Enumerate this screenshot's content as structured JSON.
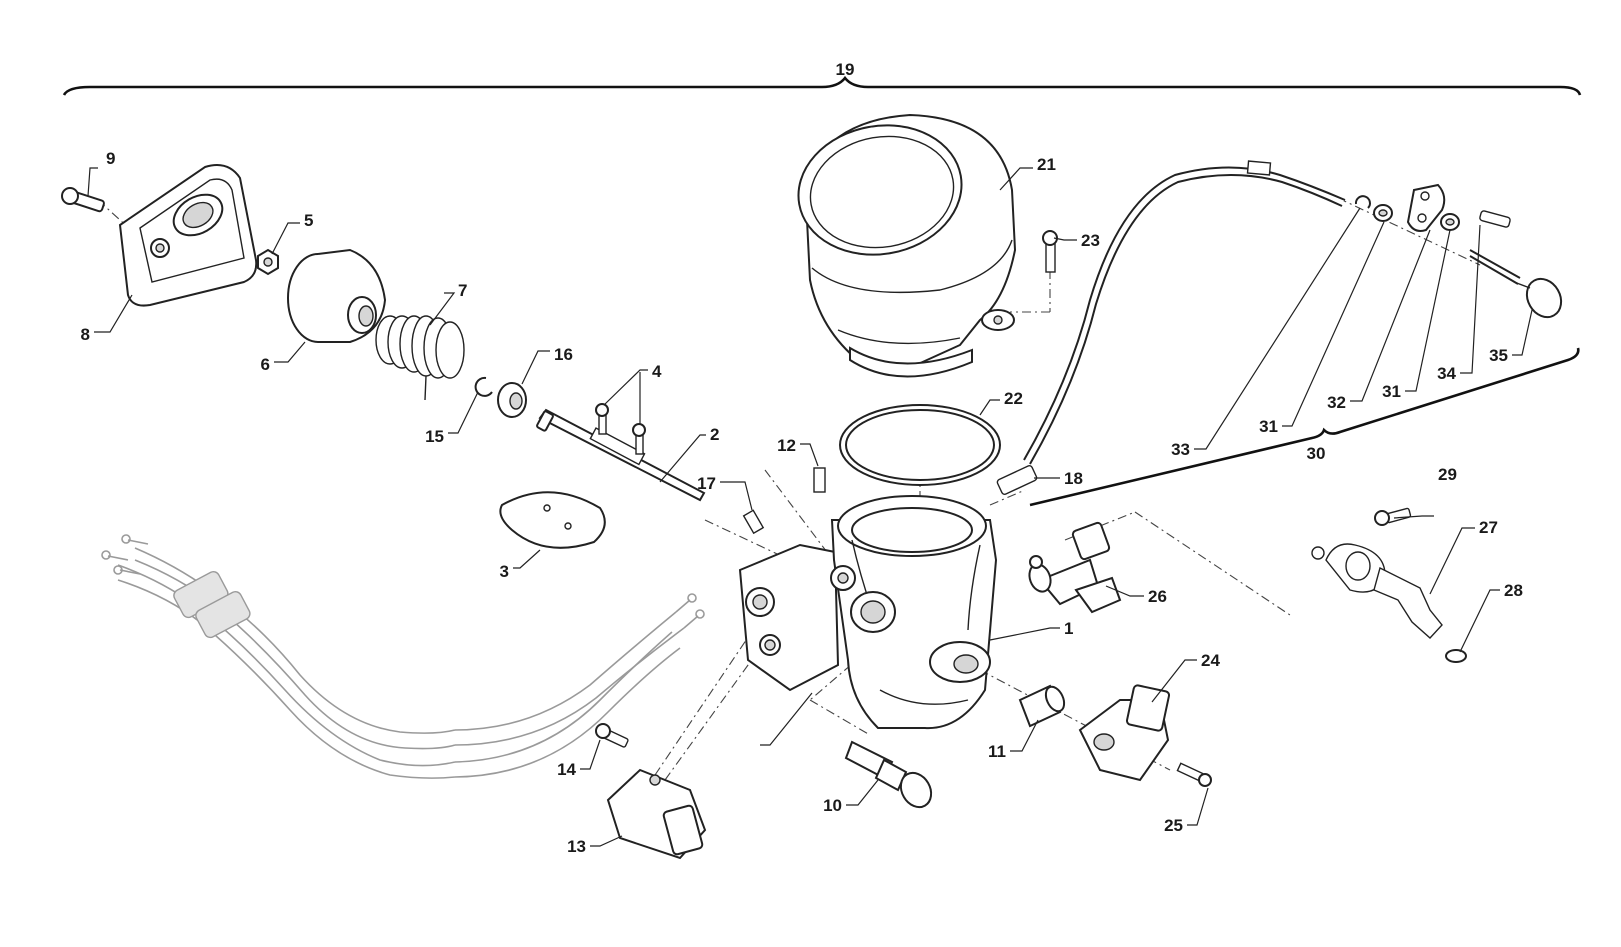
{
  "diagram": {
    "colors": {
      "line": "#222222",
      "ghost": "#9a9a9a",
      "shade": "#d6d6d6",
      "background": "#ffffff"
    },
    "assemblies": {
      "main": "19",
      "idle_kit": "30"
    },
    "callouts": {
      "c1": "1",
      "c2": "2",
      "c3": "3",
      "c4": "4",
      "c5": "5",
      "c6": "6",
      "c7": "7",
      "c8": "8",
      "c9": "9",
      "c10": "10",
      "c11": "11",
      "c12": "12",
      "c13": "13",
      "c14": "14",
      "c15": "15",
      "c16": "16",
      "c17": "17",
      "c18": "18",
      "c21": "21",
      "c22": "22",
      "c23": "23",
      "c24": "24",
      "c25": "25",
      "c26": "26",
      "c27": "27",
      "c28": "28",
      "c29": "29",
      "c31a": "31",
      "c31b": "31",
      "c32": "32",
      "c33": "33",
      "c34": "34",
      "c35": "35"
    }
  }
}
